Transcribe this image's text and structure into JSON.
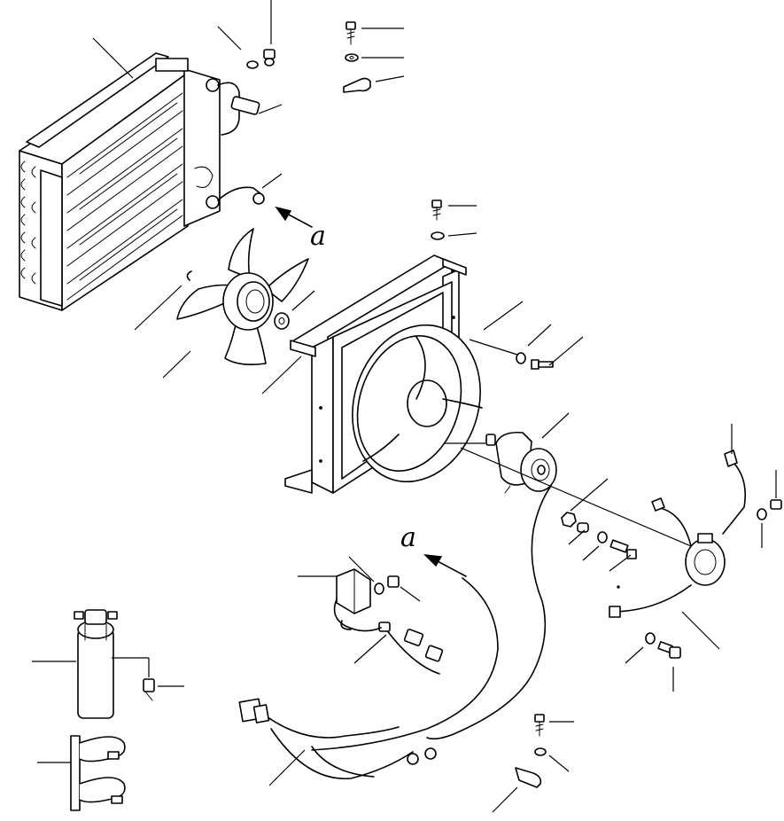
{
  "diagram": {
    "view_labels": [
      {
        "id": "a_top",
        "text": "a"
      },
      {
        "id": "a_bottom",
        "text": "a"
      }
    ],
    "parts": [
      "condenser-core",
      "cooling-fan",
      "fan-shroud",
      "fan-motor",
      "motor-bracket",
      "receiver-drier",
      "drier-bracket",
      "wiring-harness",
      "relay",
      "pressure-switch",
      "connector",
      "bolt",
      "washer",
      "clip",
      "nut",
      "spacer",
      "snap-ring"
    ]
  }
}
